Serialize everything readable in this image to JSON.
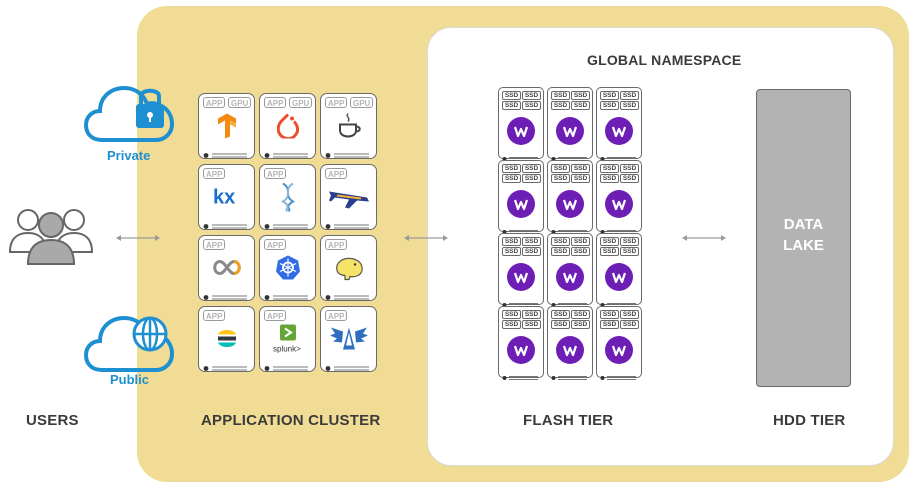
{
  "title": "GLOBAL NAMESPACE",
  "columns": {
    "users": "USERS",
    "application_cluster": "APPLICATION CLUSTER",
    "flash_tier": "FLASH TIER",
    "hdd_tier": "HDD TIER"
  },
  "clouds": {
    "private": "Private",
    "public": "Public"
  },
  "data_lake": {
    "line1": "DATA",
    "line2": "LAKE"
  },
  "server_tags": {
    "app": "APP",
    "gpu": "GPU"
  },
  "ssd_label": "SSD",
  "colors": {
    "outer_panel": "#f0dc94",
    "cloud_blue": "#1e8fd0",
    "weka_purple": "#6d1fb5",
    "data_lake_grey": "#b3b3b3"
  },
  "app_servers": [
    {
      "icon": "tensorflow-icon",
      "gpu": true
    },
    {
      "icon": "pytorch-icon",
      "gpu": true
    },
    {
      "icon": "java-cup-icon",
      "gpu": true
    },
    {
      "icon": "kx-logo-icon",
      "gpu": false
    },
    {
      "icon": "dna-helix-icon",
      "gpu": false
    },
    {
      "icon": "jet-plane-icon",
      "gpu": false
    },
    {
      "icon": "infinity-loop-icon",
      "gpu": false
    },
    {
      "icon": "kubernetes-icon",
      "gpu": false
    },
    {
      "icon": "hadoop-elephant-icon",
      "gpu": false
    },
    {
      "icon": "elastic-icon",
      "gpu": false
    },
    {
      "icon": "splunk-icon",
      "gpu": false
    },
    {
      "icon": "winged-logo-icon",
      "gpu": false
    }
  ]
}
